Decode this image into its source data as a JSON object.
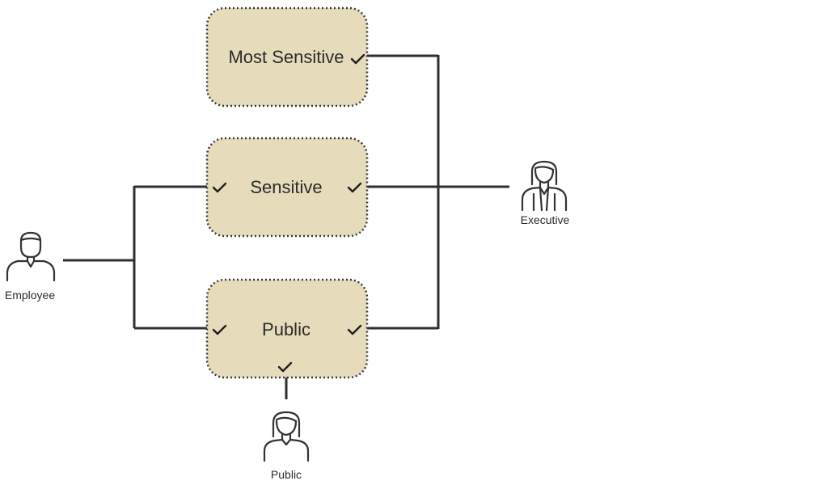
{
  "boxes": {
    "most_sensitive": "Most Sensitive",
    "sensitive": "Sensitive",
    "public": "Public"
  },
  "actors": {
    "employee": "Employee",
    "executive": "Executive",
    "public": "Public"
  },
  "colors": {
    "box_fill": "#e6dcbc",
    "box_border": "#3a3a3a",
    "line": "#2f2f2f",
    "icon": "#333333"
  }
}
